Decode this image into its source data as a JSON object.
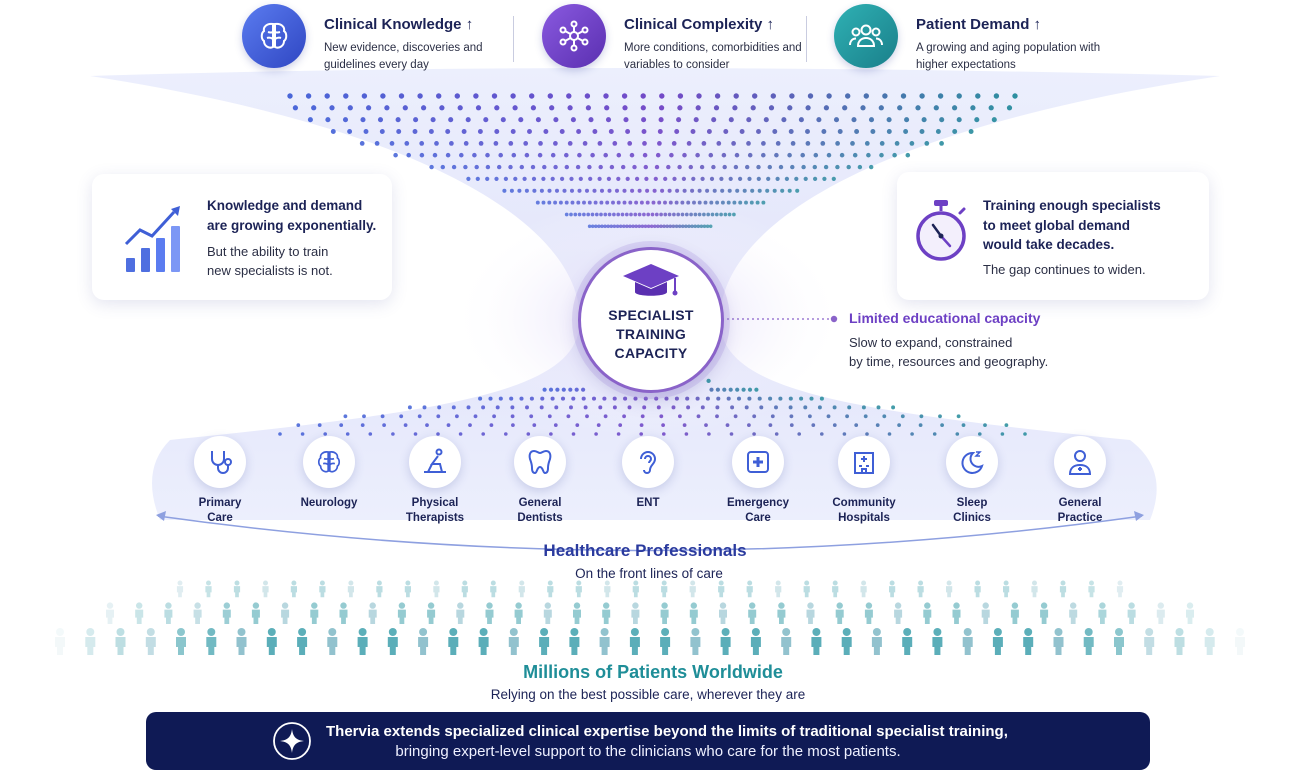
{
  "drivers": [
    {
      "title": "Clinical Knowledge",
      "arrow": "↑",
      "desc": "New evidence, discoveries and guidelines every day",
      "icon": "brain-icon",
      "color": "#3f5fd6"
    },
    {
      "title": "Clinical Complexity",
      "arrow": "↑",
      "desc": "More conditions, comorbidities and variables to consider",
      "icon": "network-icon",
      "color": "#6d40c4"
    },
    {
      "title": "Patient Demand",
      "arrow": "↑",
      "desc": "A growing and aging population with higher expectations",
      "icon": "people-icon",
      "color": "#1f8e98"
    }
  ],
  "left_card": {
    "head_line1": "Knowledge and demand",
    "head_line2": "are growing exponentially.",
    "sub_line1": "But the ability to train",
    "sub_line2": "new specialists is not.",
    "icon": "growth-chart-icon"
  },
  "right_card": {
    "head_line1": "Training enough specialists",
    "head_line2": "to meet global demand",
    "head_line3": "would take decades.",
    "sub": "The gap continues to widen.",
    "icon": "stopwatch-icon"
  },
  "capacity": {
    "line1": "SPECIALIST",
    "line2": "TRAINING",
    "line3": "CAPACITY",
    "icon": "graduation-cap-icon"
  },
  "limited": {
    "title": "Limited educational capacity",
    "desc1": "Slow to expand, constrained",
    "desc2": "by time, resources and geography."
  },
  "professions": [
    {
      "label": "Primary\nCare",
      "icon": "stethoscope-icon"
    },
    {
      "label": "Neurology",
      "icon": "brain-icon"
    },
    {
      "label": "Physical\nTherapists",
      "icon": "therapy-icon"
    },
    {
      "label": "General\nDentists",
      "icon": "tooth-icon"
    },
    {
      "label": "ENT",
      "icon": "ear-icon"
    },
    {
      "label": "Emergency\nCare",
      "icon": "medical-cross-icon"
    },
    {
      "label": "Community\nHospitals",
      "icon": "hospital-icon"
    },
    {
      "label": "Sleep\nClinics",
      "icon": "moon-icon"
    },
    {
      "label": "General\nPractice",
      "icon": "doctor-icon"
    }
  ],
  "professionals": {
    "title": "Healthcare Professionals",
    "subtitle": "On the front lines of care"
  },
  "patients": {
    "title": "Millions of Patients Worldwide",
    "subtitle": "Relying on the best possible care, wherever they are"
  },
  "banner": {
    "line1": "Thervia extends specialized clinical expertise beyond the limits of traditional specialist training,",
    "line2": "bringing expert-level support to the clinicians who care for the most patients.",
    "icon": "sparkle-icon"
  },
  "colors": {
    "navy": "#1c2356",
    "purple": "#6d40c4",
    "teal": "#1f8e98",
    "blue": "#3f5fd6",
    "banner": "#0f1a55"
  }
}
